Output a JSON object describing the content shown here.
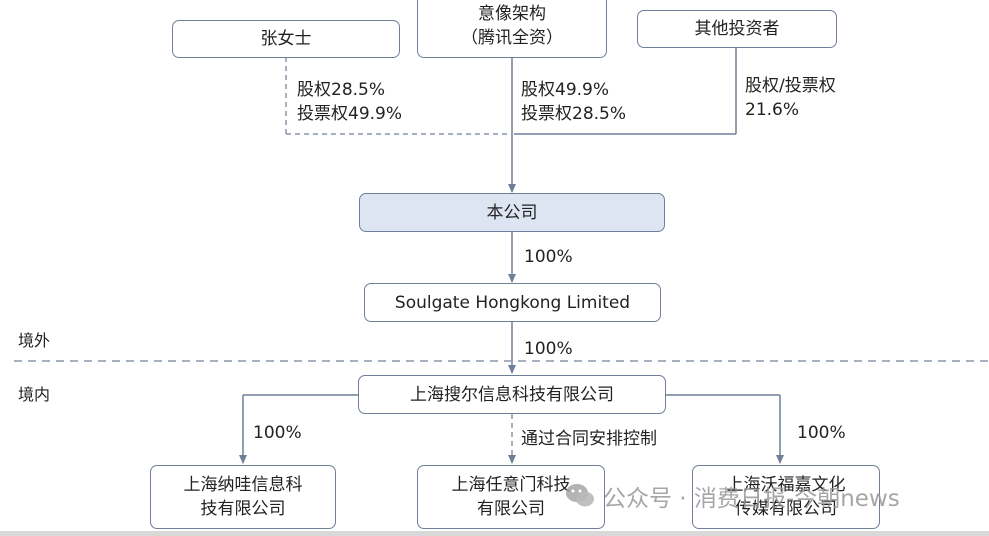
{
  "nodes": {
    "ms_zhang": "张女士",
    "yixiang_line1": "意像架构",
    "yixiang_line2": "（腾讯全资）",
    "other_investors": "其他投资者",
    "company": "本公司",
    "soulgate_hk": "Soulgate Hongkong Limited",
    "shanghai_souer": "上海搜尔信息科技有限公司",
    "nawa_line1": "上海纳哇信息科",
    "nawa_line2": "技有限公司",
    "renyimen_line1": "上海任意门科技",
    "renyimen_line2": "有限公司",
    "woxi_line1": "上海沃福嘉文化",
    "woxi_line2": "传媒有限公司"
  },
  "edges": {
    "zhang_equity": "股权28.5%",
    "zhang_voting": "投票权49.9%",
    "yixiang_equity": "股权49.9%",
    "yixiang_voting": "投票权28.5%",
    "others_line1": "股权/投票权",
    "others_line2": "21.6%",
    "company_to_hk": "100%",
    "hk_to_souer": "100%",
    "souer_to_nawa": "100%",
    "souer_to_renyimen": "通过合同安排控制",
    "souer_to_woxi": "100%"
  },
  "regions": {
    "offshore": "境外",
    "onshore": "境内"
  },
  "watermark": {
    "text": "公众号 · 消费日报-今朝news",
    "icon": "wechat-icon"
  },
  "colors": {
    "border": "#6f7f99",
    "company_fill": "#dde5f2",
    "arrow": "#6f7f99",
    "dashed": "#8a96aa"
  }
}
